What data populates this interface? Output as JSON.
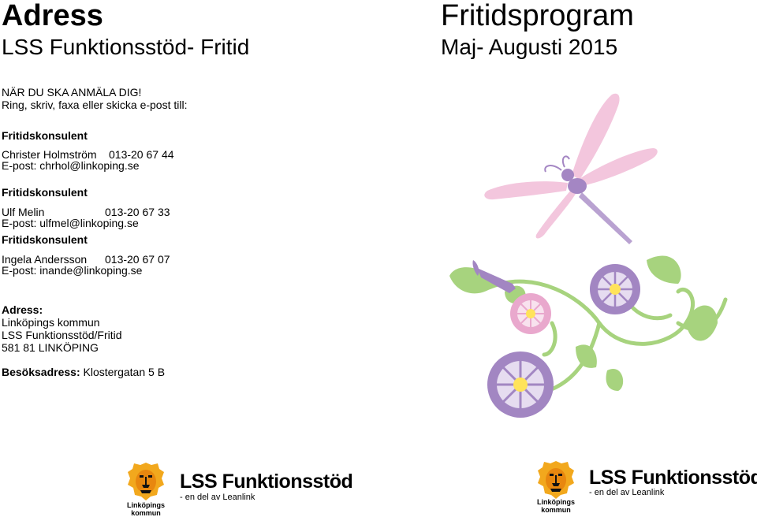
{
  "left": {
    "title": "Adress",
    "subtitle": "LSS Funktionsstöd- Fritid",
    "signup_heading": "NÄR DU SKA  ANMÄLA DIG!",
    "signup_text": "Ring, skriv, faxa eller skicka e-post till:",
    "contacts": [
      {
        "role": "Fritidskonsulent",
        "name": "Christer Holmström",
        "phone": "013-20 67 44",
        "email": "E-post: chrhol@linkoping.se"
      },
      {
        "role": "Fritidskonsulent",
        "name": "Ulf Melin",
        "phone": "013-20 67 33",
        "email": "E-post: ulfmel@linkoping.se"
      },
      {
        "role": "Fritidskonsulent",
        "name": "Ingela Andersson",
        "phone": "013-20 67 07",
        "email": "E-post: inande@linkoping.se"
      }
    ],
    "address_label": "Adress:",
    "address_lines": [
      "Linköpings kommun",
      "LSS Funktionsstöd/Fritid",
      "581 81 LINKÖPING"
    ],
    "visit_label": "Besöksadress:",
    "visit_value": "Klostergatan 5 B"
  },
  "right": {
    "title": "Fritidsprogram",
    "subtitle": "Maj- Augusti 2015"
  },
  "logo": {
    "kommun_line1": "Linköpings",
    "kommun_line2": "kommun",
    "brand": "LSS Funktionsstöd",
    "tagline": "- en del av Leanlink"
  },
  "colors": {
    "lion": "#f2a81d",
    "wing_pink": "#f3c6dd",
    "dragonfly_body": "#a486c3",
    "flower_purple": "#a286c2",
    "flower_pink": "#e9a8cd",
    "leaf_green": "#a7d37e",
    "flower_center": "#ffe35a"
  }
}
